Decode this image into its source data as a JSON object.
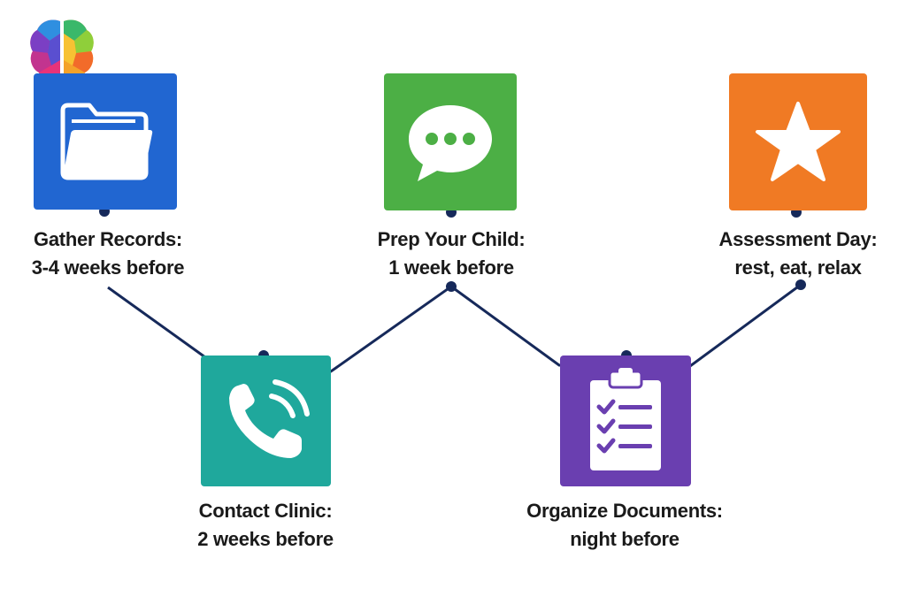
{
  "logo": {
    "icon": "brain-logo-icon"
  },
  "steps": [
    {
      "id": "gather-records",
      "title": "Gather Records:",
      "timing": "3-4 weeks before",
      "icon": "folder-icon",
      "color": "#2166d1"
    },
    {
      "id": "contact-clinic",
      "title": "Contact Clinic:",
      "timing": "2 weeks before",
      "icon": "phone-icon",
      "color": "#1fa89c"
    },
    {
      "id": "prep-your-child",
      "title": "Prep Your Child:",
      "timing": "1 week before",
      "icon": "speech-bubble-icon",
      "color": "#4caf45"
    },
    {
      "id": "organize-documents",
      "title": "Organize Documents:",
      "timing": "night before",
      "icon": "clipboard-checklist-icon",
      "color": "#6a3fb0"
    },
    {
      "id": "assessment-day",
      "title": "Assessment Day:",
      "timing": "rest, eat, relax",
      "icon": "star-icon",
      "color": "#f07a24"
    }
  ],
  "colors": {
    "connector": "#16295a",
    "text": "#1a1a1a"
  }
}
